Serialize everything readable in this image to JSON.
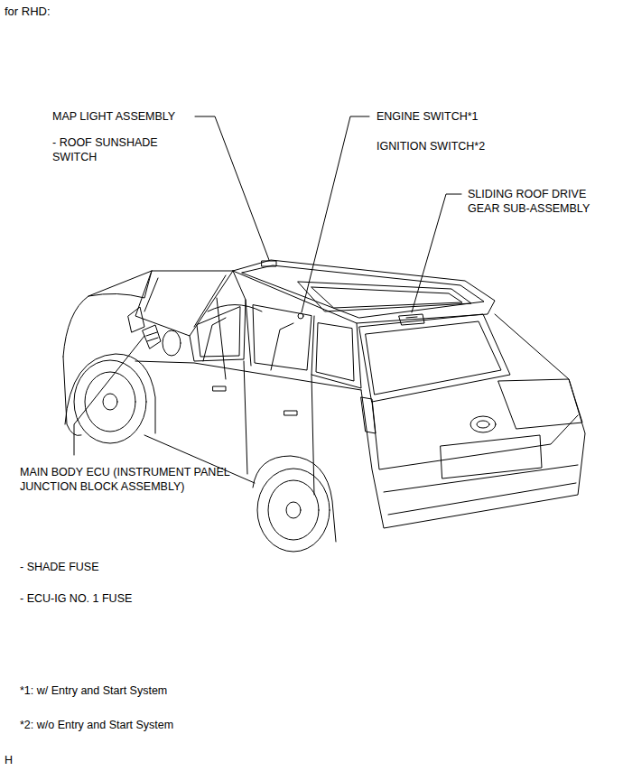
{
  "diagram": {
    "title": "for RHD:",
    "labels": [
      "MAP LIGHT ASSEMBLY",
      "- ROOF SUNSHADE SWITCH",
      "ENGINE SWITCH*1",
      "IGNITION SWITCH*2",
      "SLIDING ROOF DRIVE GEAR SUB-ASSEMBLY",
      "MAIN BODY ECU (INSTRUMENT PANEL JUNCTION BLOCK ASSEMBLY)",
      "- SHADE FUSE",
      "- ECU-IG NO. 1 FUSE",
      "*1: w/ Entry and Start System",
      "*2: w/o Entry and Start System",
      "H"
    ]
  }
}
